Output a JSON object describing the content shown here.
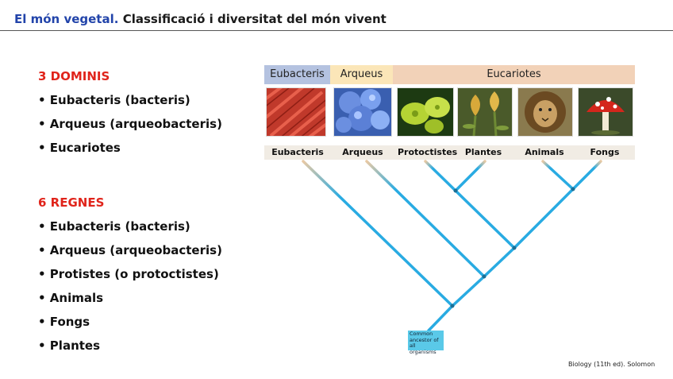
{
  "title": {
    "accent": "El món vegetal.",
    "rest": "Classificació i diversitat del món vivent"
  },
  "domains_section": {
    "heading": "3 DOMINIS",
    "items": [
      "• Eubacteris (bacteris)",
      "• Arqueus (arqueobacteris)",
      "• Eucariotes"
    ]
  },
  "kingdoms_section": {
    "heading": "6 REGNES",
    "items": [
      "• Eubacteris (bacteris)",
      "• Arqueus (arqueobacteris)",
      "• Protistes (o protoctistes)",
      "• Animals",
      "• Fongs",
      "• Plantes"
    ]
  },
  "figure": {
    "domain_labels": [
      "Eubacteris",
      "Arqueus",
      "Eucariotes"
    ],
    "domain_colors": [
      "#b4c2e0",
      "#fbe6b8",
      "#f2d2b8"
    ],
    "kingdom_labels": [
      "Eubacteris",
      "Arqueus",
      "Protoctistes",
      "Plantes",
      "Animals",
      "Fongs"
    ],
    "ancestor_label": "Common ancestor of all organisms",
    "branch_color": "#29abe2",
    "photo_icons": [
      "bacteria-photo-icon",
      "archaea-photo-icon",
      "protist-photo-icon",
      "plant-photo-icon",
      "lion-photo-icon",
      "mushroom-photo-icon"
    ]
  },
  "source": "Biology (11th ed). Solomon"
}
